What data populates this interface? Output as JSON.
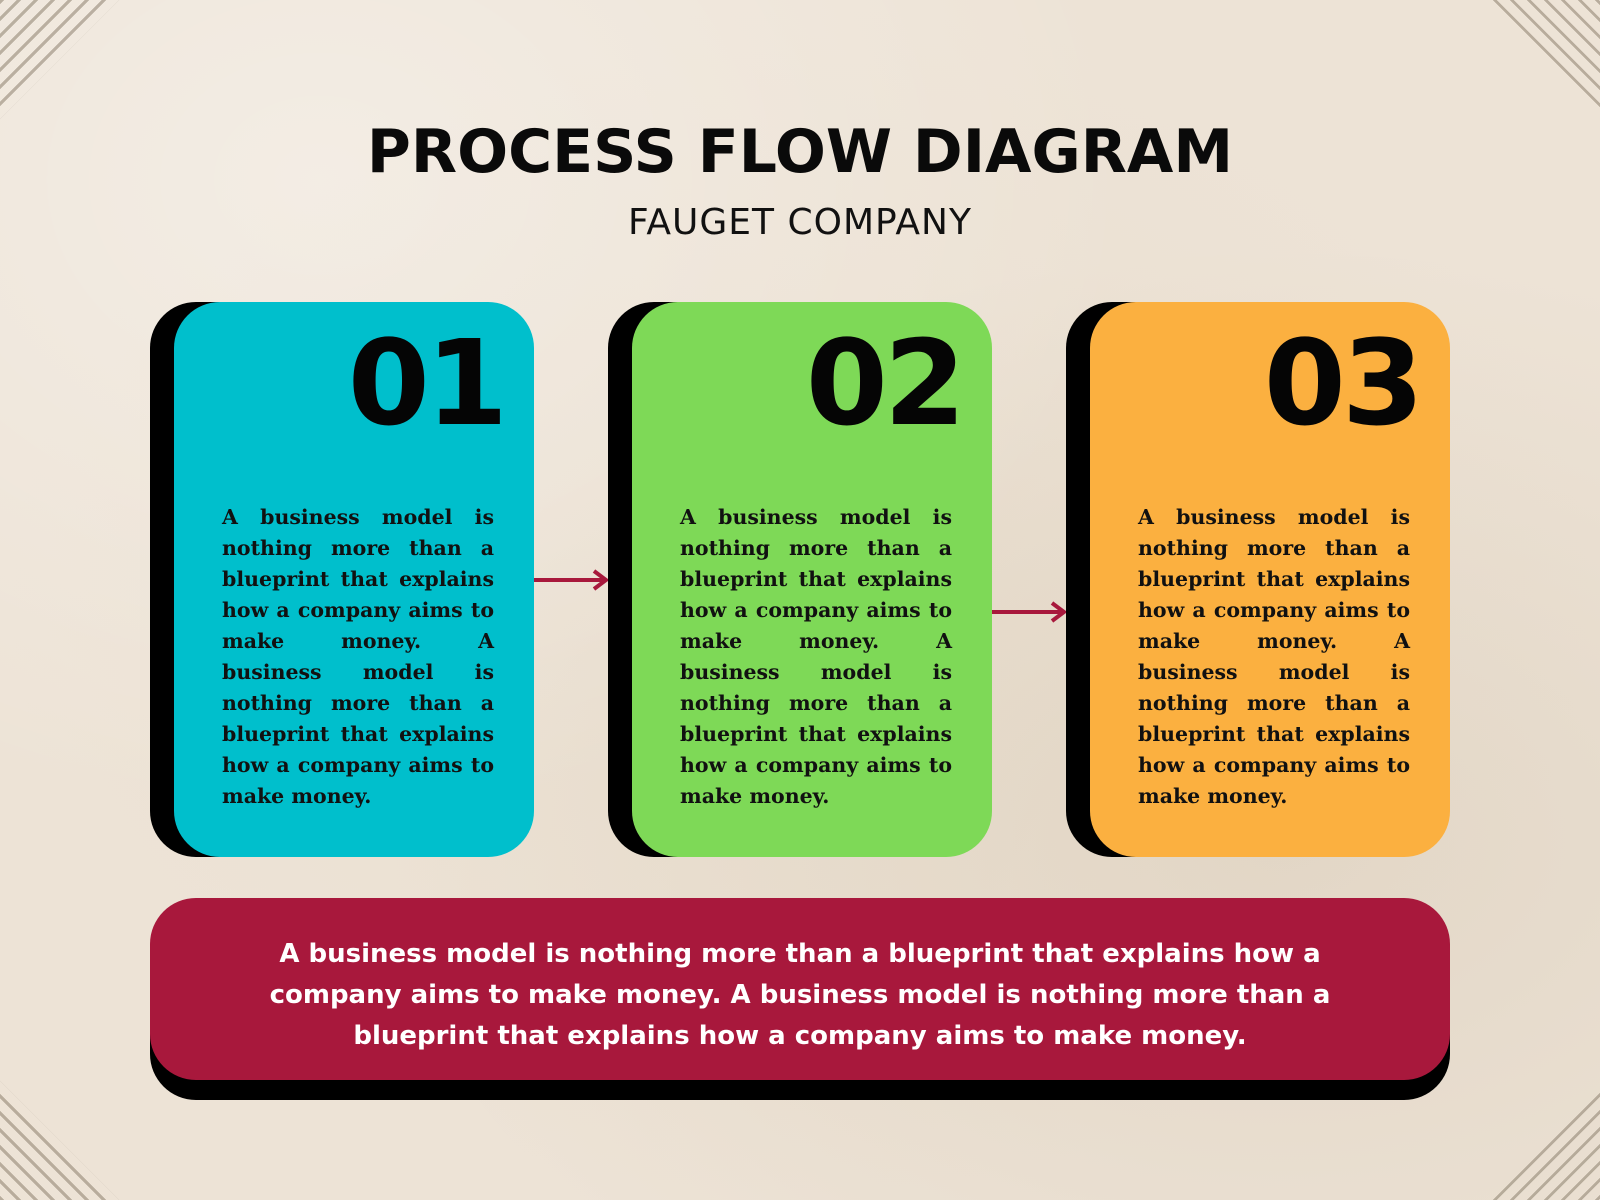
{
  "title": "PROCESS FLOW DIAGRAM",
  "subtitle": "FAUGET COMPANY",
  "colors": {
    "background": "#ede3d6",
    "step1": "#00bfcc",
    "step2": "#7ed957",
    "step3": "#fbb040",
    "accent": "#a8183c",
    "shadow": "#000000"
  },
  "steps": [
    {
      "number": "01",
      "text": "A business model is nothing more than a blueprint that explains how a company aims to make money. A business model is nothing more than a blueprint that explains how a company aims to make money."
    },
    {
      "number": "02",
      "text": "A business model is nothing more than a blueprint that explains how a company aims to make money. A business model is nothing more than a blueprint that explains how a company aims to make money."
    },
    {
      "number": "03",
      "text": "A business model is nothing more than a blueprint that explains how a company aims to make money. A business model is nothing more than a blueprint that explains how a company aims to make money."
    }
  ],
  "connectors": [
    {
      "from": "01",
      "to": "02",
      "icon": "arrow-right-icon"
    },
    {
      "from": "02",
      "to": "03",
      "icon": "arrow-right-icon"
    }
  ],
  "summary": {
    "text": "A business model is nothing more than a blueprint that explains how a company aims to make money. A business model is nothing more than a blueprint that explains how a company aims to make money."
  }
}
